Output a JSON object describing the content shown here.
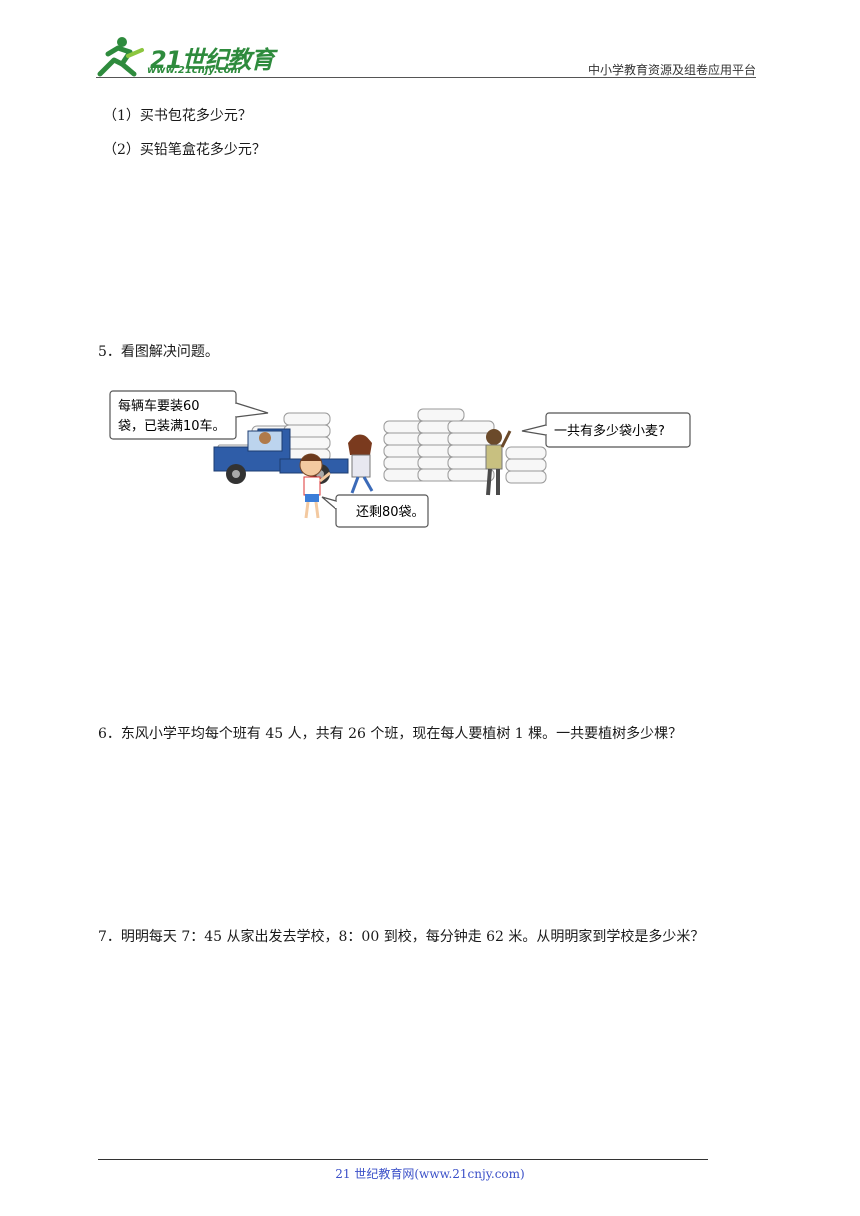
{
  "header": {
    "logo_brand": "21世纪教育",
    "logo_url": "www.21cnjy.com",
    "tagline": "中小学教育资源及组卷应用平台"
  },
  "questions": {
    "q4_part1": "（1）买书包花多少元？",
    "q4_part2": "（2）买铅笔盒花多少元？",
    "q5": "5．看图解决问题。",
    "q6": "6．东风小学平均每个班有 45 人，共有 26 个班，现在每人要植树 1 棵。一共要植树多少棵？",
    "q7": "7．明明每天 7：45 从家出发去学校，8：00 到校，每分钟走 62 米。从明明家到学校是多少米？"
  },
  "illustration": {
    "bubble_truck_line1": "每辆车要装60",
    "bubble_truck_line2": "袋，已装满10车。",
    "bubble_remaining": "还剩80袋。",
    "bubble_question": "一共有多少袋小麦?"
  },
  "footer": {
    "text": "21 世纪教育网(www.21cnjy.com)"
  }
}
